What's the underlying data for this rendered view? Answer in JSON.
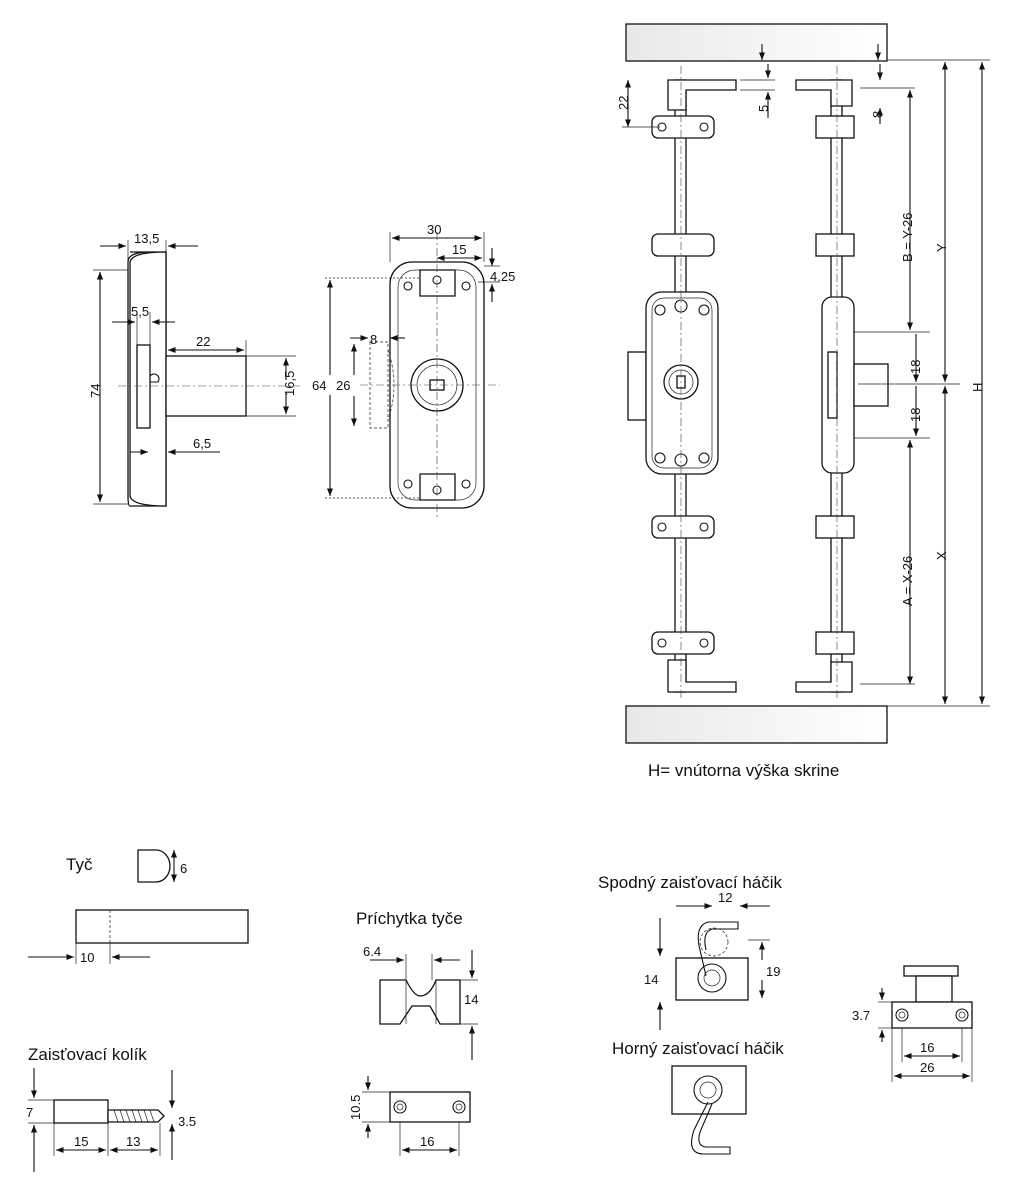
{
  "dims": {
    "d13_5": "13,5",
    "d74": "74",
    "d5_5": "5,5",
    "d22": "22",
    "d16_5": "16,5",
    "d6_5": "6,5",
    "d30": "30",
    "d15": "15",
    "d4_25": "4.25",
    "d8": "8",
    "d64": "64",
    "d26": "26",
    "r22": "22",
    "r5": "5",
    "r8": "8",
    "rB": "B = Y-26",
    "rY": "Y",
    "rH": "H",
    "r18a": "18",
    "r18b": "18",
    "rX": "X",
    "rA": "A = X-26",
    "rod6": "6",
    "rod10": "10",
    "clip64": "6.4",
    "clip14": "14",
    "clip105": "10.5",
    "clip16": "16",
    "pin7": "7",
    "pin35": "3.5",
    "pin15": "15",
    "pin13": "13",
    "hook12": "12",
    "hook14": "14",
    "hook19": "19",
    "side37": "3.7",
    "side16": "16",
    "side26": "26"
  },
  "captions": {
    "height_note": "H= vnútorna výška skrine",
    "rod": "Tyč",
    "rod_clip": "Príchytka tyče",
    "lock_pin": "Zaisťovací kolík",
    "bottom_hook": "Spodný zaisťovací háčik",
    "top_hook": "Horný zaisťovací háčik"
  }
}
